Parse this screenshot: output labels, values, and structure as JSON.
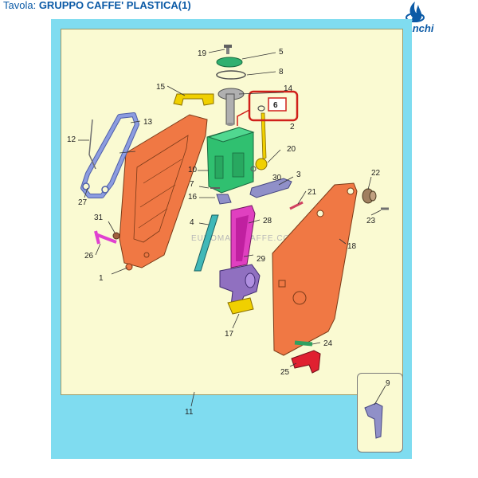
{
  "header": {
    "prefix": "Tavola: ",
    "title": "GRUPPO CAFFE' PLASTICA(1)"
  },
  "logo": {
    "text": "Bianchi",
    "icon": "bianchi-flame-icon",
    "color": "#0b5aa6"
  },
  "watermark": "EUROMARKCAFFE.COM",
  "highlight_color": "#d0201a",
  "highlighted_part": "6",
  "parts": [
    {
      "id": "1",
      "color": "#f07844"
    },
    {
      "id": "2",
      "color": "#f0d000"
    },
    {
      "id": "3",
      "color": "#9090c8"
    },
    {
      "id": "4",
      "color": "#40b8b8"
    },
    {
      "id": "5",
      "color": "#30b070"
    },
    {
      "id": "6",
      "color": "#c0c0c0"
    },
    {
      "id": "7",
      "color": "#808080"
    },
    {
      "id": "8",
      "color": "#909090"
    },
    {
      "id": "9",
      "color": "#9090c8"
    },
    {
      "id": "10",
      "color": "#30c070"
    },
    {
      "id": "11",
      "color": "#fafad2"
    },
    {
      "id": "12",
      "color": "#808080"
    },
    {
      "id": "13",
      "color": "#8090d0"
    },
    {
      "id": "14",
      "color": "#a0a0a0"
    },
    {
      "id": "15",
      "color": "#f0d000"
    },
    {
      "id": "16",
      "color": "#9090c8"
    },
    {
      "id": "17",
      "color": "#f0d000"
    },
    {
      "id": "18",
      "color": "#f07844"
    },
    {
      "id": "19",
      "color": "#808080"
    },
    {
      "id": "20",
      "color": "#f0d000"
    },
    {
      "id": "21",
      "color": "#d04060"
    },
    {
      "id": "22",
      "color": "#a08060"
    },
    {
      "id": "23",
      "color": "#808080"
    },
    {
      "id": "24",
      "color": "#30a060"
    },
    {
      "id": "25",
      "color": "#e02030"
    },
    {
      "id": "26",
      "color": "#e040d0"
    },
    {
      "id": "27",
      "color": "#8090d0"
    },
    {
      "id": "28",
      "color": "#e040c0"
    },
    {
      "id": "29",
      "color": "#9070c0"
    },
    {
      "id": "30",
      "color": "#909090"
    },
    {
      "id": "31",
      "color": "#a06040"
    }
  ]
}
